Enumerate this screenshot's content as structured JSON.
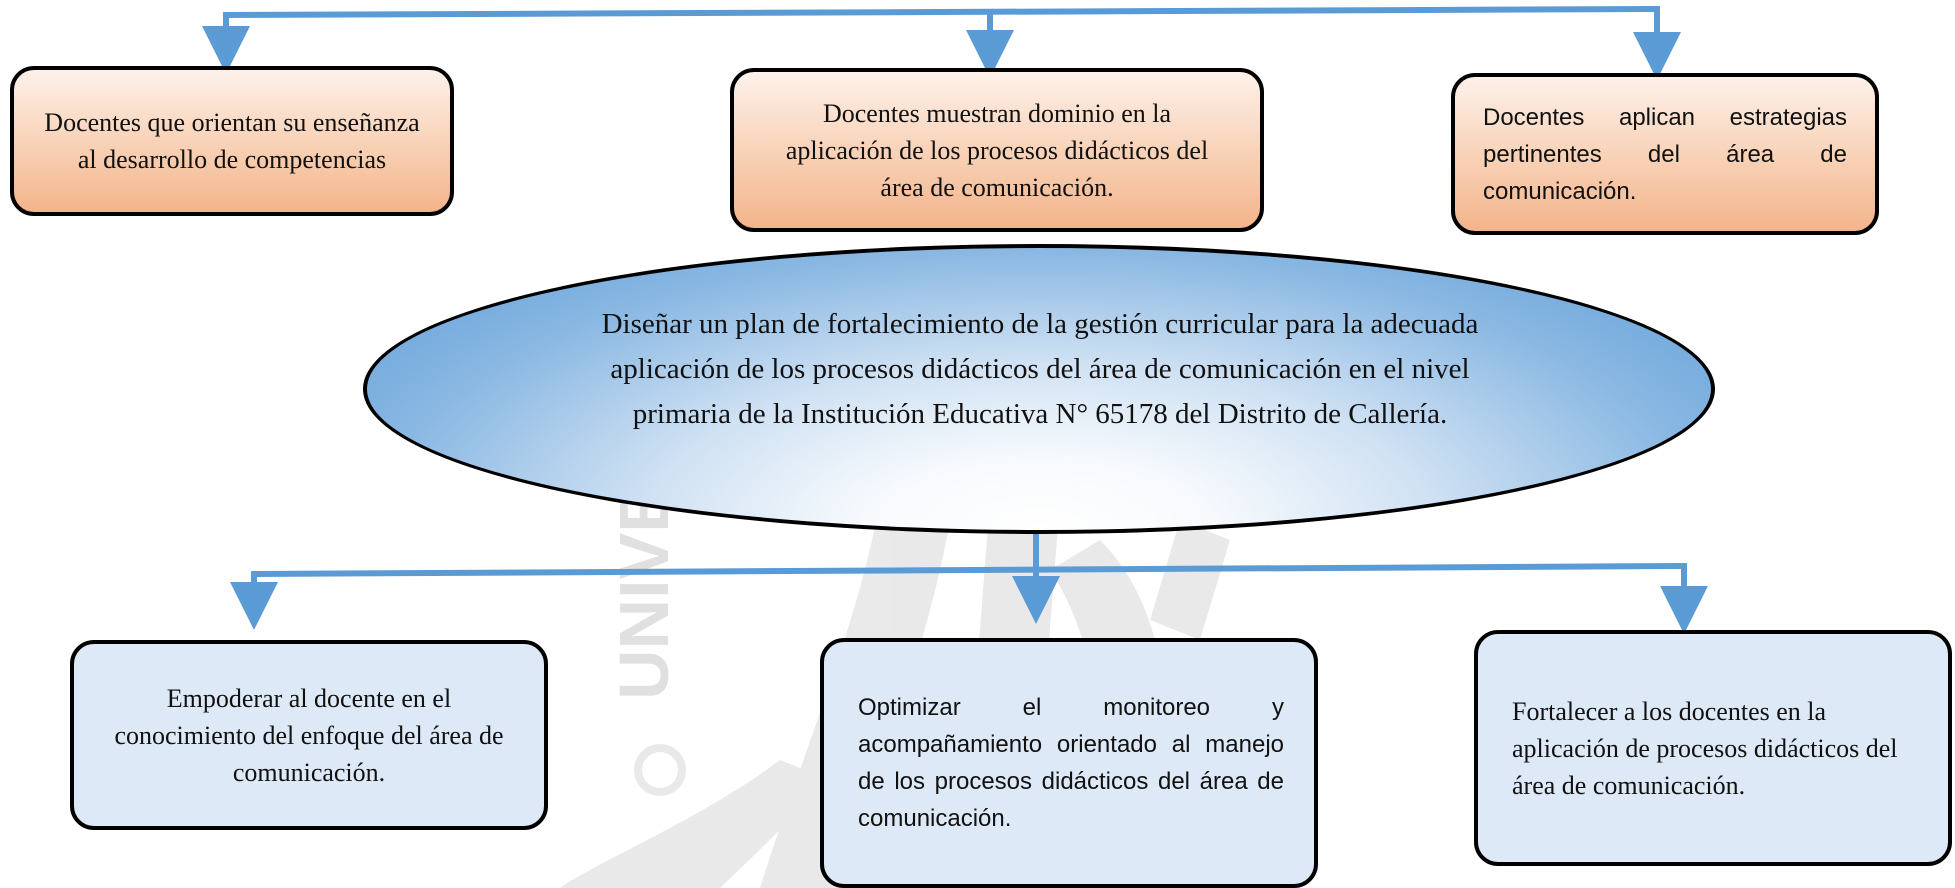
{
  "colors": {
    "arrow": "#5b9bd5",
    "top_box_fill": "#f8d0b4",
    "bottom_box_fill": "#dde9f6",
    "ellipse_fill": "#5b9bd5",
    "border": "#000000",
    "watermark": "#d4d4d4"
  },
  "center": {
    "text": "Diseñar un plan de fortalecimiento de la gestión curricular para la adecuada aplicación de los procesos didácticos del área de comunicación en el nivel primaria de la   Institución Educativa N° 65178 del Distrito de Callería."
  },
  "top_boxes": [
    {
      "text": "Docentes que orientan su enseñanza al desarrollo de competencias"
    },
    {
      "text": "Docentes muestran dominio en la aplicación de los procesos didácticos del área de comunicación."
    },
    {
      "text": "Docentes aplican estrategias pertinentes del área de comunicación."
    }
  ],
  "bottom_boxes": [
    {
      "text": "Empoderar al docente en el conocimiento del enfoque del área de comunicación."
    },
    {
      "text": "Optimizar el monitoreo y acompañamiento orientado al manejo de los procesos didácticos del área de comunicación."
    },
    {
      "text": "Fortalecer a los docentes en la aplicación de procesos didácticos del área de comunicación."
    }
  ],
  "watermark": {
    "text": "UNIVE"
  }
}
